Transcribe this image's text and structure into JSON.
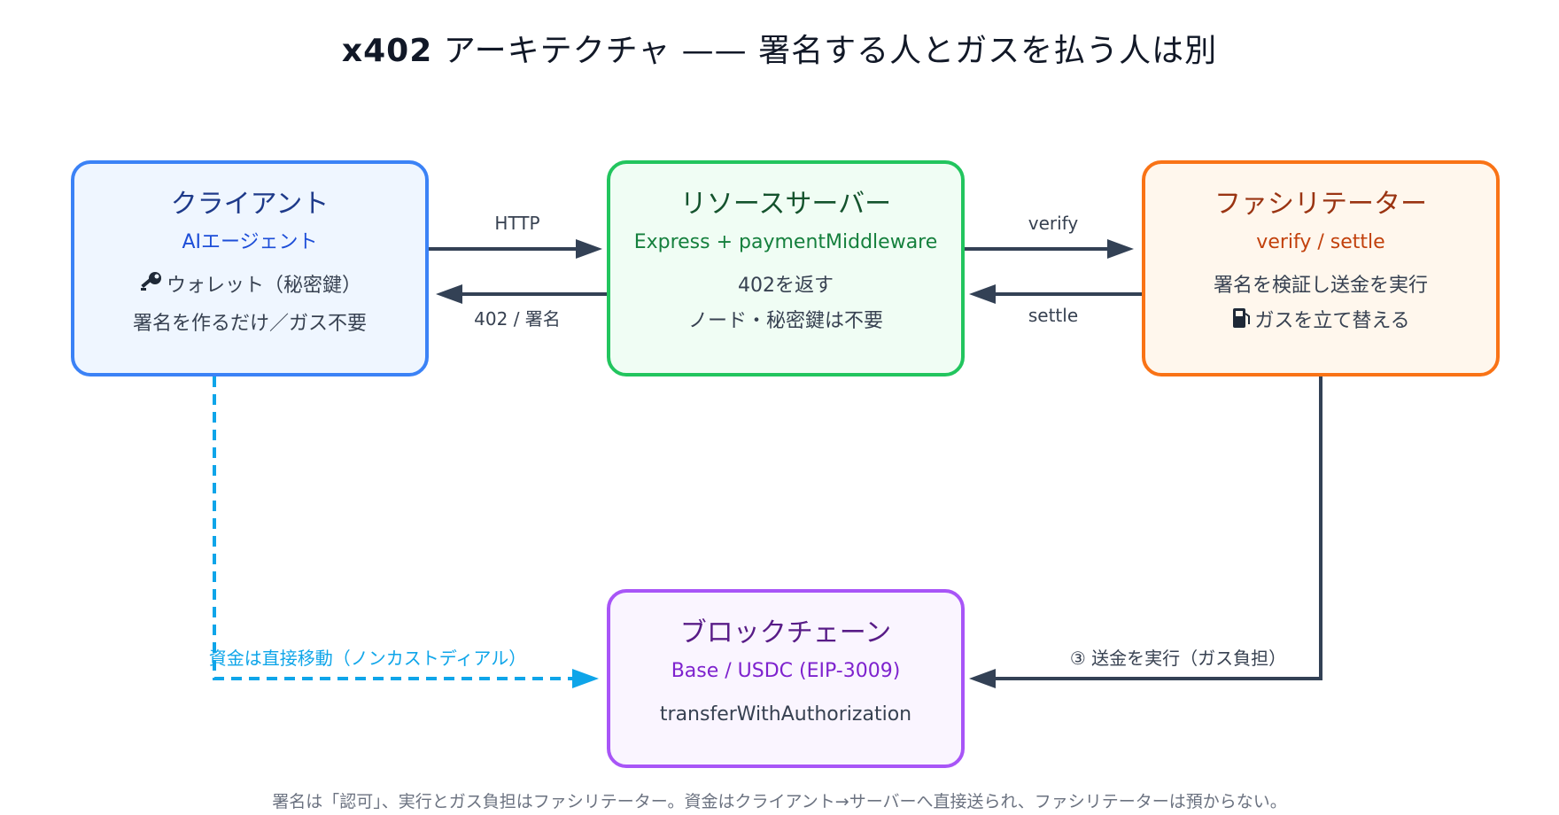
{
  "title": {
    "bold": "x402",
    "rest": " アーキテクチャ —— 署名する人とガスを払う人は別"
  },
  "nodes": {
    "client": {
      "title": "クライアント",
      "subtitle": "AIエージェント",
      "lines": [
        "ウォレット（秘密鍵）",
        "署名を作るだけ／ガス不要"
      ],
      "icon": "key-icon"
    },
    "server": {
      "title": "リソースサーバー",
      "subtitle": "Express + paymentMiddleware",
      "lines": [
        "402を返す",
        "ノード・秘密鍵は不要"
      ]
    },
    "facilitator": {
      "title": "ファシリテーター",
      "subtitle": "verify / settle",
      "lines": [
        "署名を検証し送金を実行",
        "ガスを立て替える"
      ],
      "icon": "fuel-pump-icon"
    },
    "blockchain": {
      "title": "ブロックチェーン",
      "subtitle": "Base / USDC (EIP-3009)",
      "lines": [
        "transferWithAuthorization"
      ]
    }
  },
  "edges": {
    "client_to_server": "HTTP",
    "server_to_client": "402 / 署名",
    "server_to_facilitator": "verify",
    "facilitator_to_server": "settle",
    "facilitator_to_chain": "③ 送金を実行（ガス負担）",
    "client_to_chain": "資金は直接移動（ノンカストディアル）"
  },
  "footer": "署名は「認可」、実行とガス負担はファシリテーター。資金はクライアント→サーバーへ直接送られ、ファシリテーターは預からない。",
  "colors": {
    "client": "#3b82f6",
    "server": "#22c55e",
    "facilitator": "#f97316",
    "blockchain": "#a855f7",
    "arrow": "#334155",
    "funds_arrow": "#0ea5e9"
  }
}
